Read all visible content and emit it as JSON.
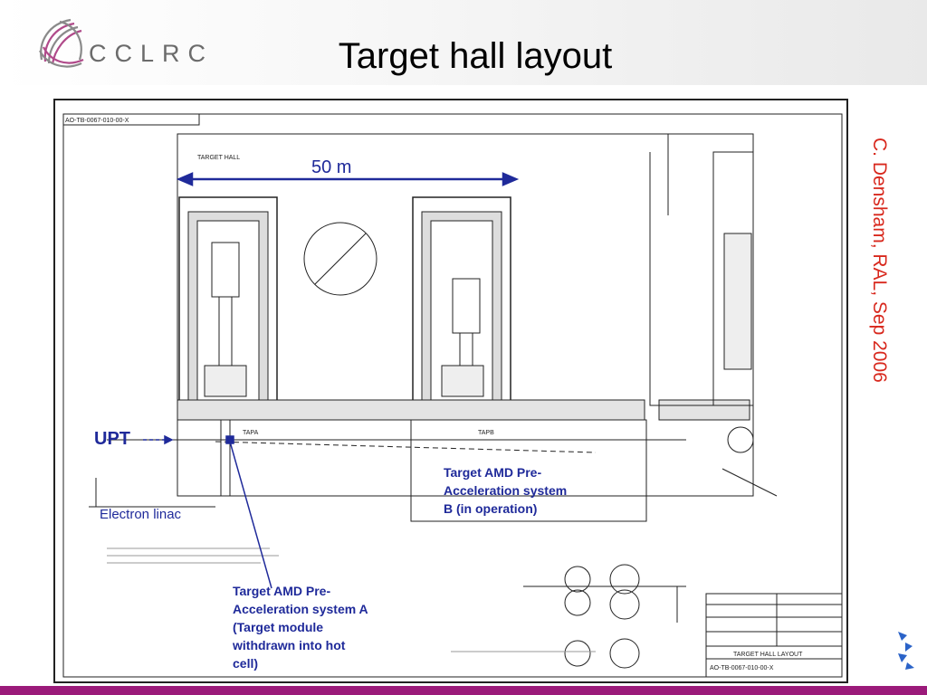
{
  "header": {
    "logo_text": "CCLRC",
    "title": "Target hall layout"
  },
  "side_note": "C. Densham, RAL, Sep 2006",
  "annotations": {
    "upt": "UPT",
    "dimension": "50 m",
    "electron_linac": "Electron linac",
    "callout_b": [
      "Target AMD Pre-",
      "Acceleration system",
      "B (in operation)"
    ],
    "callout_a": [
      "Target AMD Pre-",
      "Acceleration system A",
      "(Target module",
      "withdrawn into hot",
      "cell)"
    ]
  },
  "drawing_labels": {
    "tapa": "TAPA",
    "tapb": "TAPB",
    "target_hall": "TARGET HALL",
    "title_block": "TARGET HALL LAYOUT",
    "drawing_number": "AO-TB-0067-010-00-X",
    "drawing_number_top": "AO-TB-0067-010-00-X"
  },
  "colors": {
    "annotation_blue": "#1f2a9a",
    "author_red": "#d8281d",
    "footer_purple": "#9b1a7a"
  }
}
